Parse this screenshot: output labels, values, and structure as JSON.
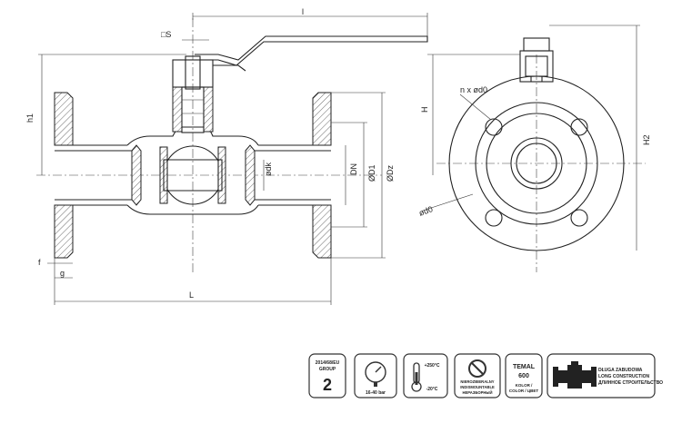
{
  "dimensions": {
    "l": "l",
    "s": "□S",
    "h1": "h1",
    "h": "H",
    "h2": "H2",
    "dk": "ødk",
    "dn": "DN",
    "d1": "ØD1",
    "dz": "ØDz",
    "f": "f",
    "g": "g",
    "L": "L",
    "bolts": "n x ød0",
    "d0": "ød0"
  },
  "badges": {
    "directive": {
      "line1": "2014/68/EU",
      "line2": "GROUP",
      "value": "2"
    },
    "pressure": {
      "label": "16-40 bar"
    },
    "temperature": {
      "max": "+250°C",
      "min": "-20°C"
    },
    "indismountable": {
      "line1": "NIEROZBIERALNY",
      "line2": "INDISMOUNTABLE",
      "line3": "НЕРАЗБОРНЫЙ"
    },
    "color": {
      "brand": "TEMAL",
      "code": "600",
      "line1": "KOLOR /",
      "line2": "COLOR / ЦВЕТ"
    },
    "construction": {
      "line1": "DŁUGA ZABUDOWA",
      "line2": "LONG CONSTRUCTION",
      "line3": "ДЛИННОЕ СТРОИТЕЛЬСТВО"
    }
  },
  "colors": {
    "line": "#222222",
    "background": "#ffffff"
  }
}
